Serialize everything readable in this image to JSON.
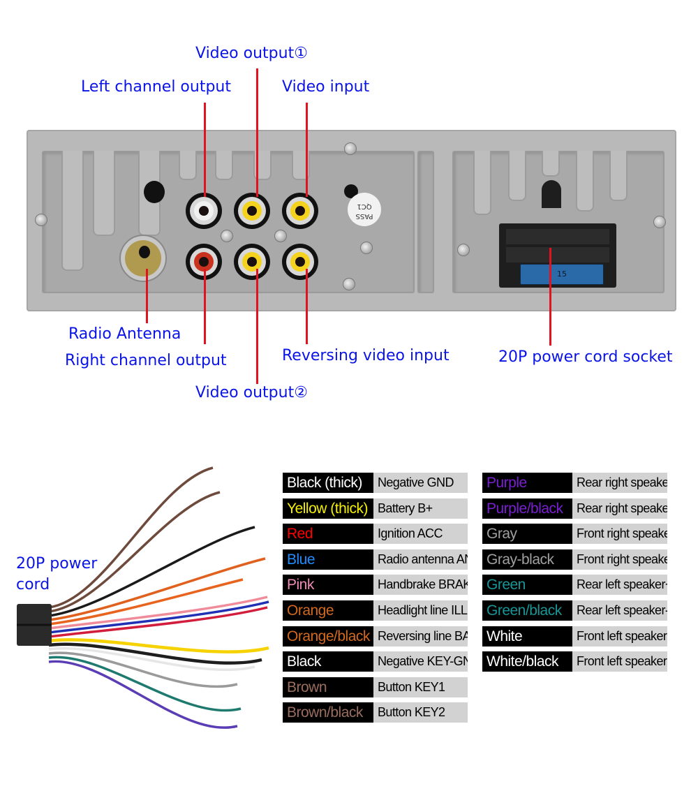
{
  "head_unit_labels": {
    "video_output_1": "Video output①",
    "left_channel_output": "Left channel output",
    "video_input": "Video input",
    "radio_antenna": "Radio Antenna",
    "right_channel_output": "Right channel output",
    "video_output_2": "Video output②",
    "reversing_video_input": "Reversing video input",
    "power_socket": "20P power cord socket"
  },
  "sticker": {
    "line1": "PASS",
    "line2": "QC1"
  },
  "fuse_label": "15",
  "harness_label": {
    "line1": "20P power",
    "line2": "cord"
  },
  "colors": {
    "label_blue": "#0a14e6",
    "pointer_red": "#e0141e",
    "panel_gray": "#b9b9b9"
  },
  "wire_legend_left": [
    {
      "color_name": "Black (thick)",
      "text_color": "#ffffff",
      "function": "Negative GND"
    },
    {
      "color_name": "Yellow (thick)",
      "text_color": "#f5f000",
      "function": "Battery B+"
    },
    {
      "color_name": "Red",
      "text_color": "#ff0000",
      "function": "Ignition ACC"
    },
    {
      "color_name": "Blue",
      "text_color": "#1e8cff",
      "function": "Radio antenna ANT"
    },
    {
      "color_name": "Pink",
      "text_color": "#f08cb4",
      "function": "Handbrake BRAKE"
    },
    {
      "color_name": "Orange",
      "text_color": "#d2691e",
      "function": "Headlight line ILL"
    },
    {
      "color_name": "Orange/black",
      "text_color": "#d2691e",
      "function": "Reversing line BACK"
    },
    {
      "color_name": "Black",
      "text_color": "#ffffff",
      "function": "Negative KEY-GND"
    },
    {
      "color_name": "Brown",
      "text_color": "#9a6e5e",
      "function": "Button KEY1"
    },
    {
      "color_name": "Brown/black",
      "text_color": "#9a6e5e",
      "function": "Button KEY2"
    }
  ],
  "wire_legend_right": [
    {
      "color_name": "Purple",
      "text_color": "#7a1ed2",
      "function": "Rear right speaker+"
    },
    {
      "color_name": "Purple/black",
      "text_color": "#7a1ed2",
      "function": "Rear right speaker-"
    },
    {
      "color_name": "Gray",
      "text_color": "#a0a0a0",
      "function": "Front right speaker+"
    },
    {
      "color_name": "Gray-black",
      "text_color": "#a0a0a0",
      "function": "Front right speaker"
    },
    {
      "color_name": "Green",
      "text_color": "#199696",
      "function": "Rear left speaker+"
    },
    {
      "color_name": "Green/black",
      "text_color": "#199696",
      "function": "Rear left speaker-"
    },
    {
      "color_name": "White",
      "text_color": "#ffffff",
      "function": "Front left speaker+"
    },
    {
      "color_name": "White/black",
      "text_color": "#ffffff",
      "function": "Front left speaker-"
    }
  ],
  "harness_wires": [
    {
      "name": "brown",
      "color": "#6e4a3c"
    },
    {
      "name": "brown-black",
      "color": "#6e4a3c"
    },
    {
      "name": "black",
      "color": "#1a1a1a"
    },
    {
      "name": "orange-black",
      "color": "#e0601e"
    },
    {
      "name": "orange",
      "color": "#e8641e"
    },
    {
      "name": "pink",
      "color": "#f08c9a"
    },
    {
      "name": "blue",
      "color": "#2030b4"
    },
    {
      "name": "red",
      "color": "#d21e3c"
    },
    {
      "name": "yellow",
      "color": "#f5d200"
    },
    {
      "name": "black-thick",
      "color": "#1e1e1e"
    },
    {
      "name": "white",
      "color": "#e6e6e6"
    },
    {
      "name": "gray",
      "color": "#9a9a9a"
    },
    {
      "name": "green",
      "color": "#1e7a6e"
    },
    {
      "name": "purple",
      "color": "#5a3cb4"
    }
  ]
}
